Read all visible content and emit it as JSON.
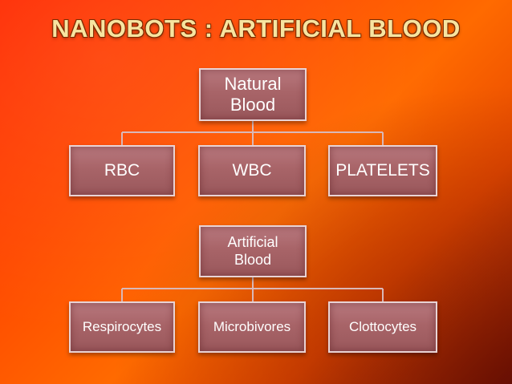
{
  "title": "NANOBOTS : ARTIFICIAL BLOOD",
  "natural": {
    "root": "Natural Blood",
    "children": [
      "RBC",
      "WBC",
      "PLATELETS"
    ]
  },
  "artificial": {
    "root": "Artificial Blood",
    "children": [
      "Respirocytes",
      "Microbivores",
      "Clottocytes"
    ]
  },
  "colors": {
    "box_fill": "#a86468",
    "box_border": "#e9d3d5",
    "connector": "#d9b8b8",
    "title_text": "#f7e4a0"
  }
}
